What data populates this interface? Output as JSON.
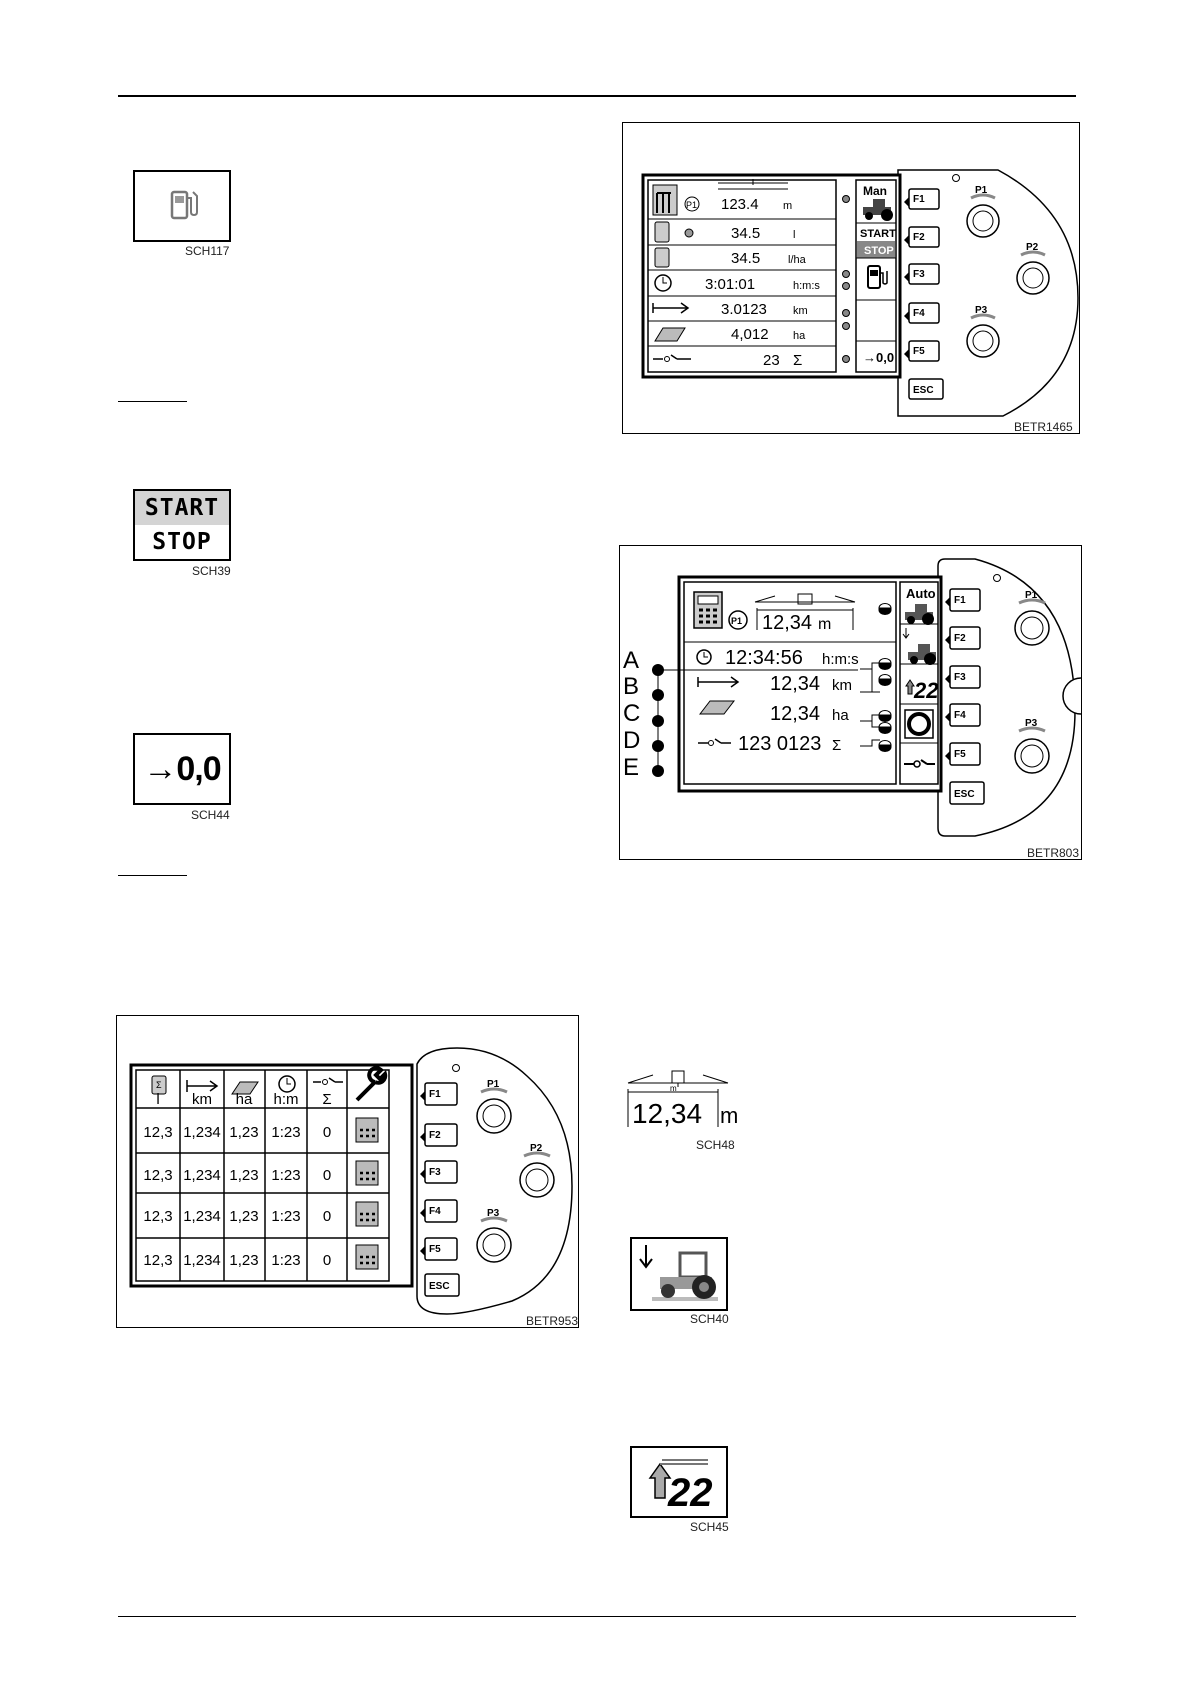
{
  "sch117": {
    "code": "SCH117"
  },
  "sch39": {
    "code": "SCH39",
    "start": "START",
    "stop": "STOP"
  },
  "sch44": {
    "code": "SCH44",
    "value": "→0,0"
  },
  "betr1465": {
    "code": "BETR1465",
    "rows": [
      {
        "value": "123.4",
        "unit": "m"
      },
      {
        "value": "34.5",
        "unit": "l"
      },
      {
        "value": "34.5",
        "unit": "l/ha"
      },
      {
        "value": "3:01:01",
        "unit": "h:m:s"
      },
      {
        "value": "3.0123",
        "unit": "km"
      },
      {
        "value": "4,012",
        "unit": "ha"
      },
      {
        "value": "23",
        "unit": "Σ"
      }
    ],
    "p1": "P1",
    "man": "Man",
    "start": "START",
    "stop": "STOP",
    "reset": "→0,0"
  },
  "betr803": {
    "code": "BETR803",
    "p1": "P1",
    "width": {
      "value": "12,34",
      "unit": "m"
    },
    "rows": [
      {
        "letter": "A",
        "value": "12:34:56",
        "unit": "h:m:s"
      },
      {
        "letter": "B",
        "value": "12,34",
        "unit": "km"
      },
      {
        "letter": "C",
        "value": "12,34",
        "unit": "ha"
      },
      {
        "letter": "D",
        "value": "",
        "unit": ""
      },
      {
        "letter": "E",
        "value": "123 0123",
        "unit": "Σ"
      }
    ],
    "auto": "Auto",
    "counter": "22"
  },
  "betr953": {
    "code": "BETR953",
    "headers": [
      "l",
      "km",
      "ha",
      "h:m",
      "Σ"
    ],
    "rows": [
      [
        "12,3",
        "1,234",
        "1,23",
        "1:23",
        "0"
      ],
      [
        "12,3",
        "1,234",
        "1,23",
        "1:23",
        "0"
      ],
      [
        "12,3",
        "1,234",
        "1,23",
        "1:23",
        "0"
      ],
      [
        "12,3",
        "1,234",
        "1,23",
        "1:23",
        "0"
      ]
    ]
  },
  "panel": {
    "keys": [
      "F1",
      "F2",
      "F3",
      "F4",
      "F5",
      "ESC"
    ],
    "knobs": [
      "P1",
      "P2",
      "P3"
    ]
  },
  "sch48": {
    "code": "SCH48",
    "value": "12,34",
    "unit": "m",
    "scale": "m"
  },
  "sch40": {
    "code": "SCH40"
  },
  "sch45": {
    "code": "SCH45",
    "value": "22"
  }
}
